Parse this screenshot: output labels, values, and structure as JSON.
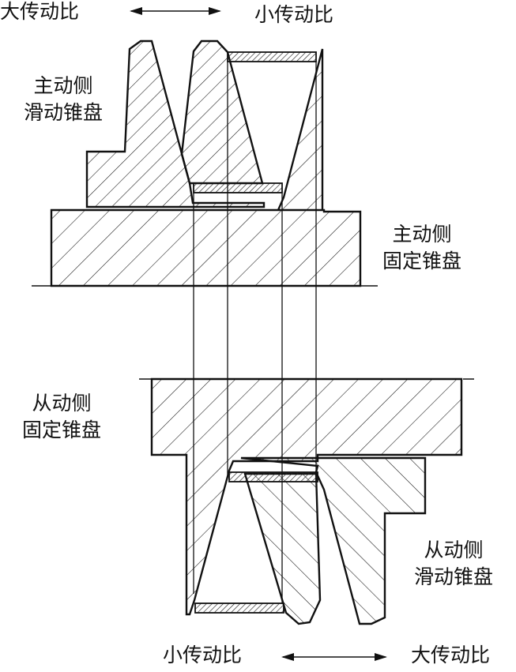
{
  "top_ratio": {
    "left": "大传动比",
    "right": "小传动比"
  },
  "bottom_ratio": {
    "left": "小传动比",
    "right": "大传动比"
  },
  "labels": {
    "drive_sliding": [
      "主动侧",
      "滑动锥盘"
    ],
    "drive_fixed": [
      "主动侧",
      "固定锥盘"
    ],
    "driven_fixed": [
      "从动侧",
      "固定锥盘"
    ],
    "driven_sliding": [
      "从动侧",
      "滑动锥盘"
    ]
  },
  "colors": {
    "line": "#111111",
    "belt_hatch": "#222222"
  }
}
